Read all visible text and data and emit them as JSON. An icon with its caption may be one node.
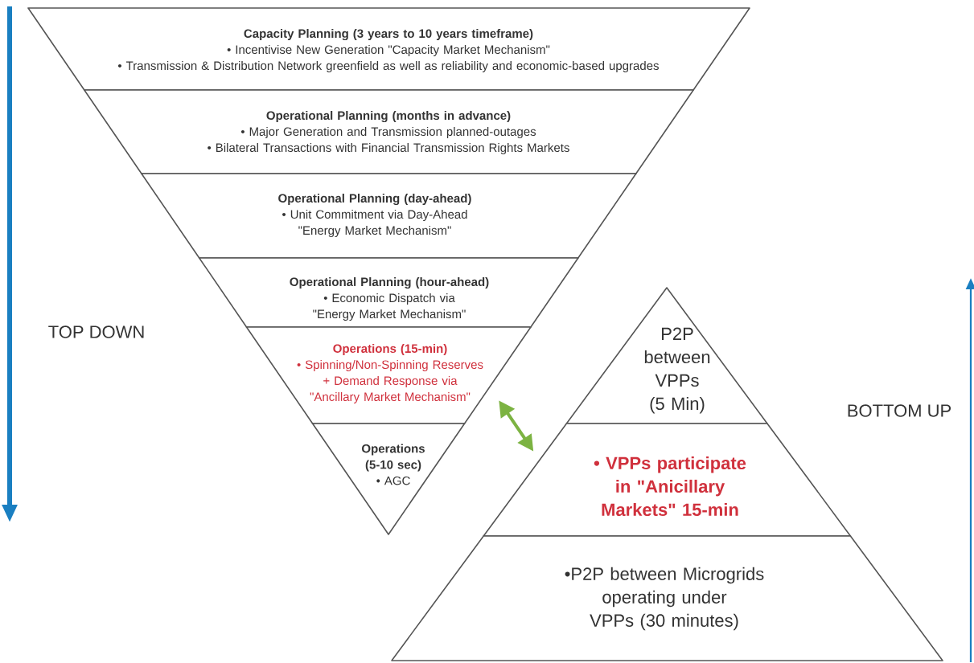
{
  "diagram": {
    "nodes": [
      {
        "text": [
          "Capacity Planning (3 years to 10 years timeframe)",
          "• Incentivise New Generation \"Capacity Market Mechanism\"",
          "• Transmission & Distribution Network greenfield as well as reliability and economic-based upgrades"
        ]
      },
      {
        "text": [
          "Operational  Planning (months in advance)",
          "• Major Generation and Transmission planned-outages",
          "• Bilateral Transactions with Financial Transmission Rights Markets"
        ]
      },
      {
        "text": [
          "Operational  Planning (day-ahead)",
          "• Unit Commitment via Day-Ahead \"Energy Market Mechanism\""
        ]
      },
      {
        "text": [
          "Operational  Planning (hour-ahead)",
          "• Economic Dispatch via \"Energy Market Mechanism\""
        ]
      },
      {
        "text": [
          "Operations (15-min)",
          "• Spinning/Non-Spinning Reserves + Demand Response via \"Ancillary Market Mechanism\""
        ]
      },
      {
        "text": [
          "Operations (5-10 sec)",
          "• AGC"
        ]
      },
      {
        "text": [
          "P2P between VPPs (5 Min)"
        ]
      },
      {
        "text": [
          "• VPPs participate in \"Anicillary Markets\" 15-min"
        ]
      },
      {
        "text": [
          "•P2P between Microgrids operating under VPPs (30 minutes)"
        ]
      }
    ],
    "edges": [
      {
        "from": 4,
        "to": 7,
        "arrow": "both"
      }
    ],
    "labels": [
      "TOP DOWN",
      "BOTTOM UP"
    ]
  }
}
